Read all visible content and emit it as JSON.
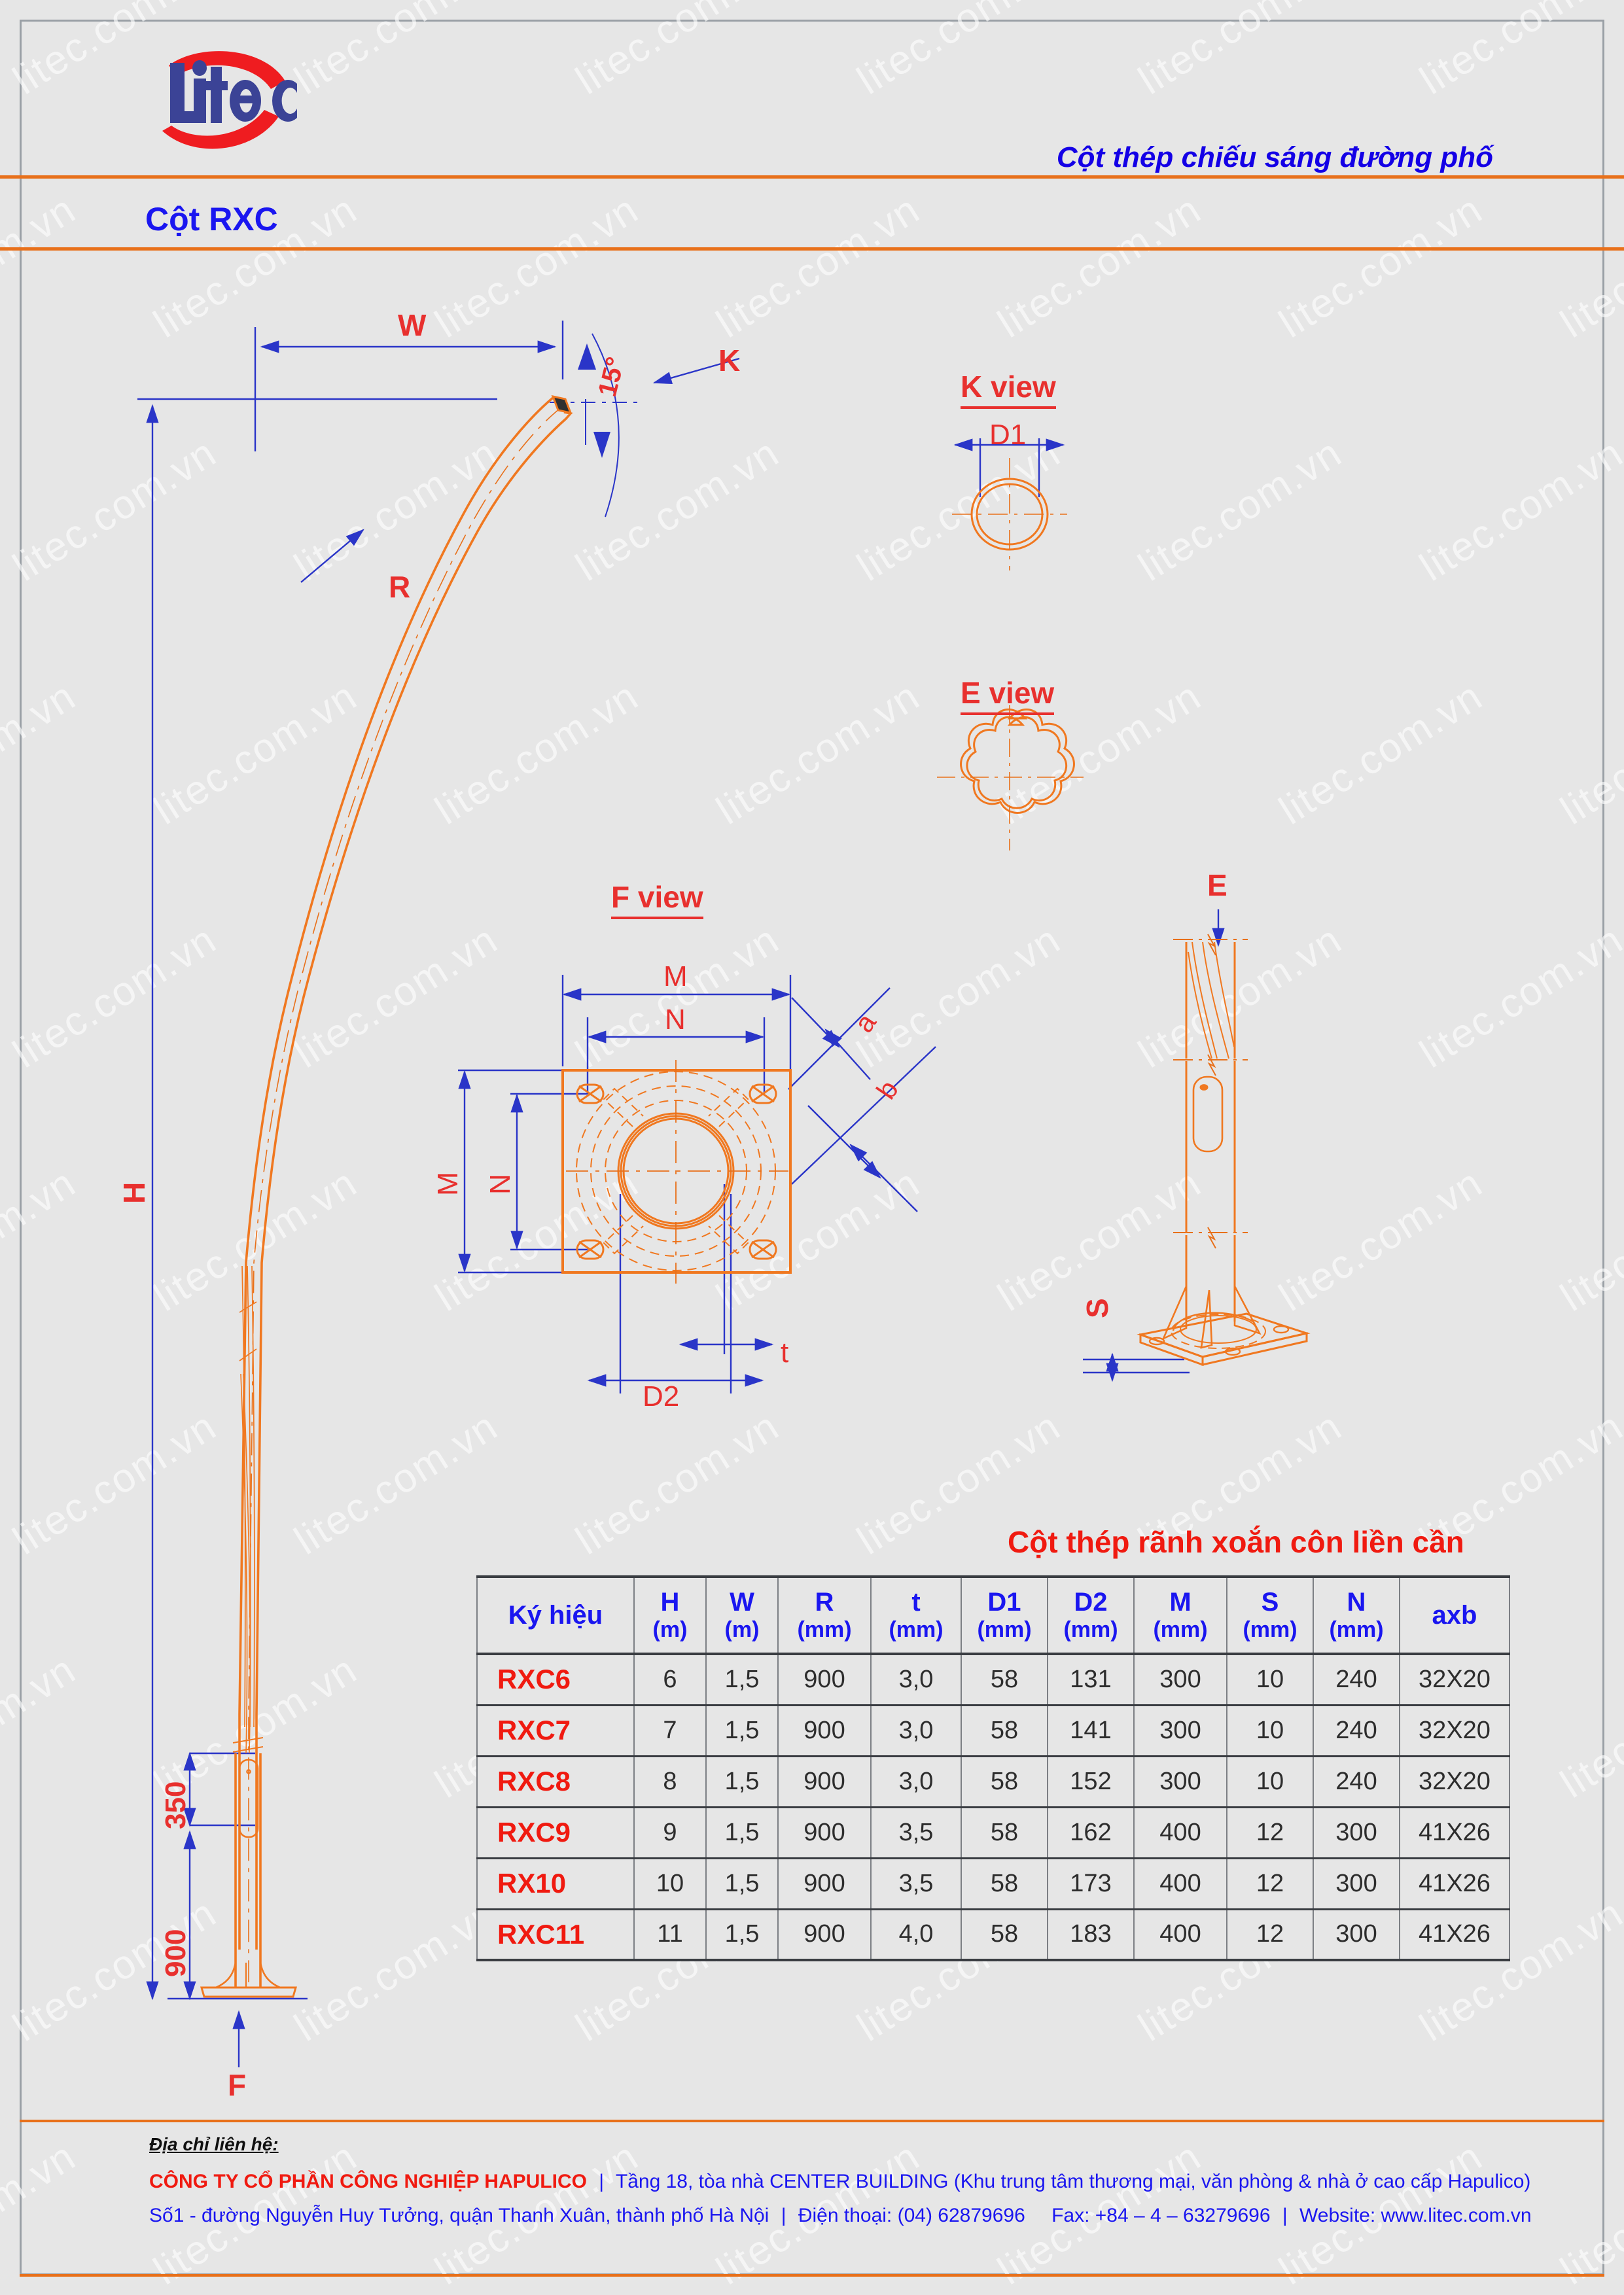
{
  "header": {
    "logo_text": "Litec",
    "brand_title": "Cột thép chiếu sáng đường phố",
    "section_title": "Cột RXC"
  },
  "views": {
    "k_view": "K view",
    "e_view": "E view",
    "f_view": "F view"
  },
  "drawing_labels": {
    "W": "W",
    "K": "K",
    "angle": "15°",
    "R": "R",
    "H": "H",
    "F": "F",
    "E": "E",
    "S": "S",
    "D1": "D1",
    "D2": "D2",
    "M_top": "M",
    "M_left": "M",
    "N_top": "N",
    "N_left": "N",
    "a": "a",
    "b": "b",
    "t": "t",
    "dim_350": "350",
    "dim_900": "900"
  },
  "table": {
    "title": "Cột thép rãnh xoắn côn liền cần",
    "columns": [
      {
        "name": "Ký hiệu",
        "unit": ""
      },
      {
        "name": "H",
        "unit": "(m)"
      },
      {
        "name": "W",
        "unit": "(m)"
      },
      {
        "name": "R",
        "unit": "(mm)"
      },
      {
        "name": "t",
        "unit": "(mm)"
      },
      {
        "name": "D1",
        "unit": "(mm)"
      },
      {
        "name": "D2",
        "unit": "(mm)"
      },
      {
        "name": "M",
        "unit": "(mm)"
      },
      {
        "name": "S",
        "unit": "(mm)"
      },
      {
        "name": "N",
        "unit": "(mm)"
      },
      {
        "name": "axb",
        "unit": ""
      }
    ],
    "rows": [
      {
        "sym": "RXC6",
        "H": "6",
        "W": "1,5",
        "R": "900",
        "t": "3,0",
        "D1": "58",
        "D2": "131",
        "M": "300",
        "S": "10",
        "N": "240",
        "axb": "32X20"
      },
      {
        "sym": "RXC7",
        "H": "7",
        "W": "1,5",
        "R": "900",
        "t": "3,0",
        "D1": "58",
        "D2": "141",
        "M": "300",
        "S": "10",
        "N": "240",
        "axb": "32X20"
      },
      {
        "sym": "RXC8",
        "H": "8",
        "W": "1,5",
        "R": "900",
        "t": "3,0",
        "D1": "58",
        "D2": "152",
        "M": "300",
        "S": "10",
        "N": "240",
        "axb": "32X20"
      },
      {
        "sym": "RXC9",
        "H": "9",
        "W": "1,5",
        "R": "900",
        "t": "3,5",
        "D1": "58",
        "D2": "162",
        "M": "400",
        "S": "12",
        "N": "300",
        "axb": "41X26"
      },
      {
        "sym": "RX10",
        "H": "10",
        "W": "1,5",
        "R": "900",
        "t": "3,5",
        "D1": "58",
        "D2": "173",
        "M": "400",
        "S": "12",
        "N": "300",
        "axb": "41X26"
      },
      {
        "sym": "RXC11",
        "H": "11",
        "W": "1,5",
        "R": "900",
        "t": "4,0",
        "D1": "58",
        "D2": "183",
        "M": "400",
        "S": "12",
        "N": "300",
        "axb": "41X26"
      }
    ]
  },
  "footer": {
    "contact_label": "Địa chỉ liên hệ:",
    "company": "CÔNG TY CỔ PHẦN CÔNG NGHIỆP HAPULICO",
    "address_line1": "Tầng 18, tòa nhà CENTER BUILDING (Khu trung tâm thương mại, văn phòng & nhà ở cao cấp Hapulico)",
    "address_line2": "Số1 - đường Nguyễn Huy Tưởng, quận Thanh Xuân, thành phố Hà Nội",
    "phone": "Điện thoại: (04) 62879696",
    "fax": "Fax: +84 – 4 – 63279696",
    "website": "Website: www.litec.com.vn",
    "separator": "|"
  },
  "watermark": {
    "text": "litec.com.vn"
  },
  "colors": {
    "background": "#e6e6e6",
    "orange_rule": "#e8701a",
    "drawing_orange": "#f07820",
    "dim_blue": "#2a35c8",
    "label_red": "#e8302e",
    "title_blue": "#1a16f0",
    "logo_blue": "#3b4396",
    "logo_red": "#ef1c20"
  }
}
